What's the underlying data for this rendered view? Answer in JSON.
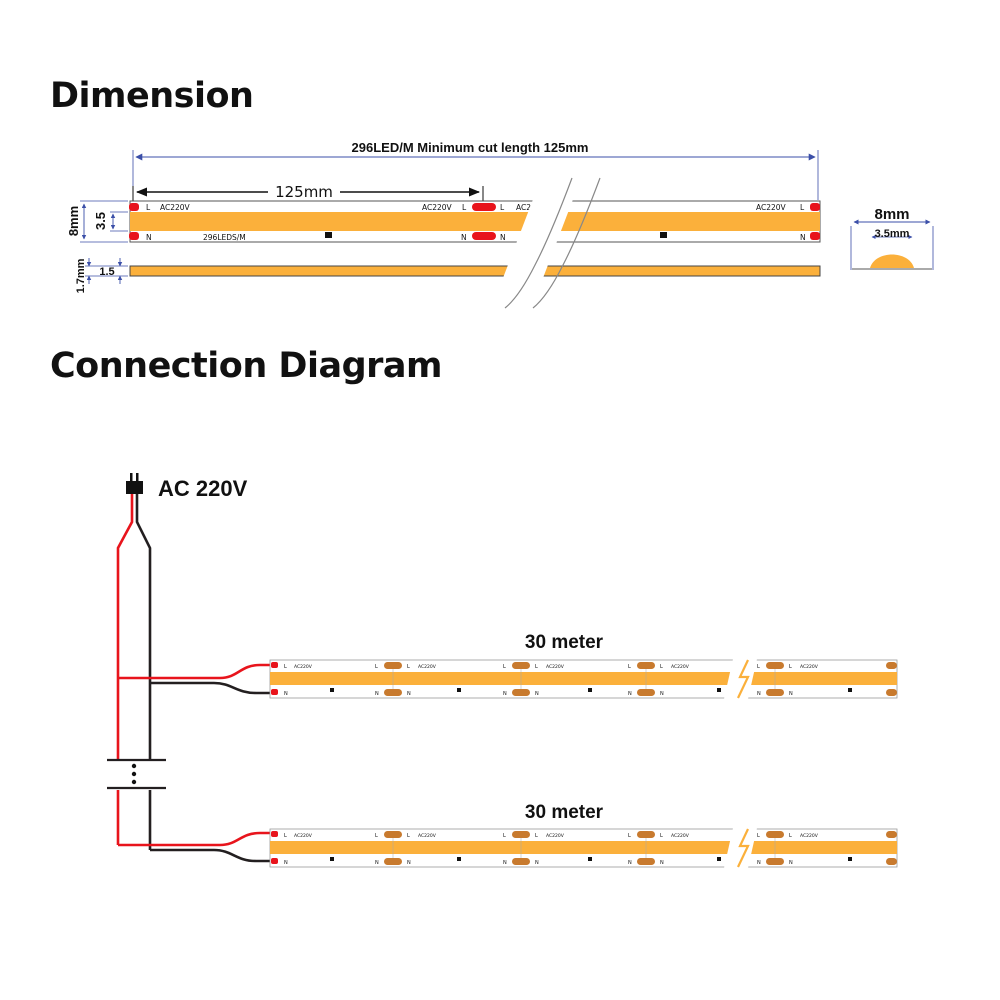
{
  "headings": {
    "dimension": "Dimension",
    "connection": "Connection Diagram"
  },
  "dimension": {
    "top_label": "296LED/M   Minimum cut length 125mm",
    "cut_length": "125mm",
    "strip_L": "L",
    "strip_N": "N",
    "strip_voltage": "AC220V",
    "strip_leds": "296LEDS/M",
    "width_mm": "8mm",
    "inner_width": "3.5",
    "thickness_mm": "1.7mm",
    "thickness_inner": "1.5",
    "profile_width": "8mm",
    "profile_led_width": "3.5mm"
  },
  "connection": {
    "power_label": "AC  220V",
    "strip1_length": "30 meter",
    "strip2_length": "30 meter",
    "strip_L": "L",
    "strip_N": "N",
    "strip_voltage": "AC220V"
  },
  "colors": {
    "led_yellow": "#fbb03b",
    "wire_red": "#e8141c",
    "wire_black": "#231f20",
    "dimension_blue": "#3b4fa8",
    "pad_red": "#e8141c",
    "pad_brown": "#c87a2e"
  }
}
